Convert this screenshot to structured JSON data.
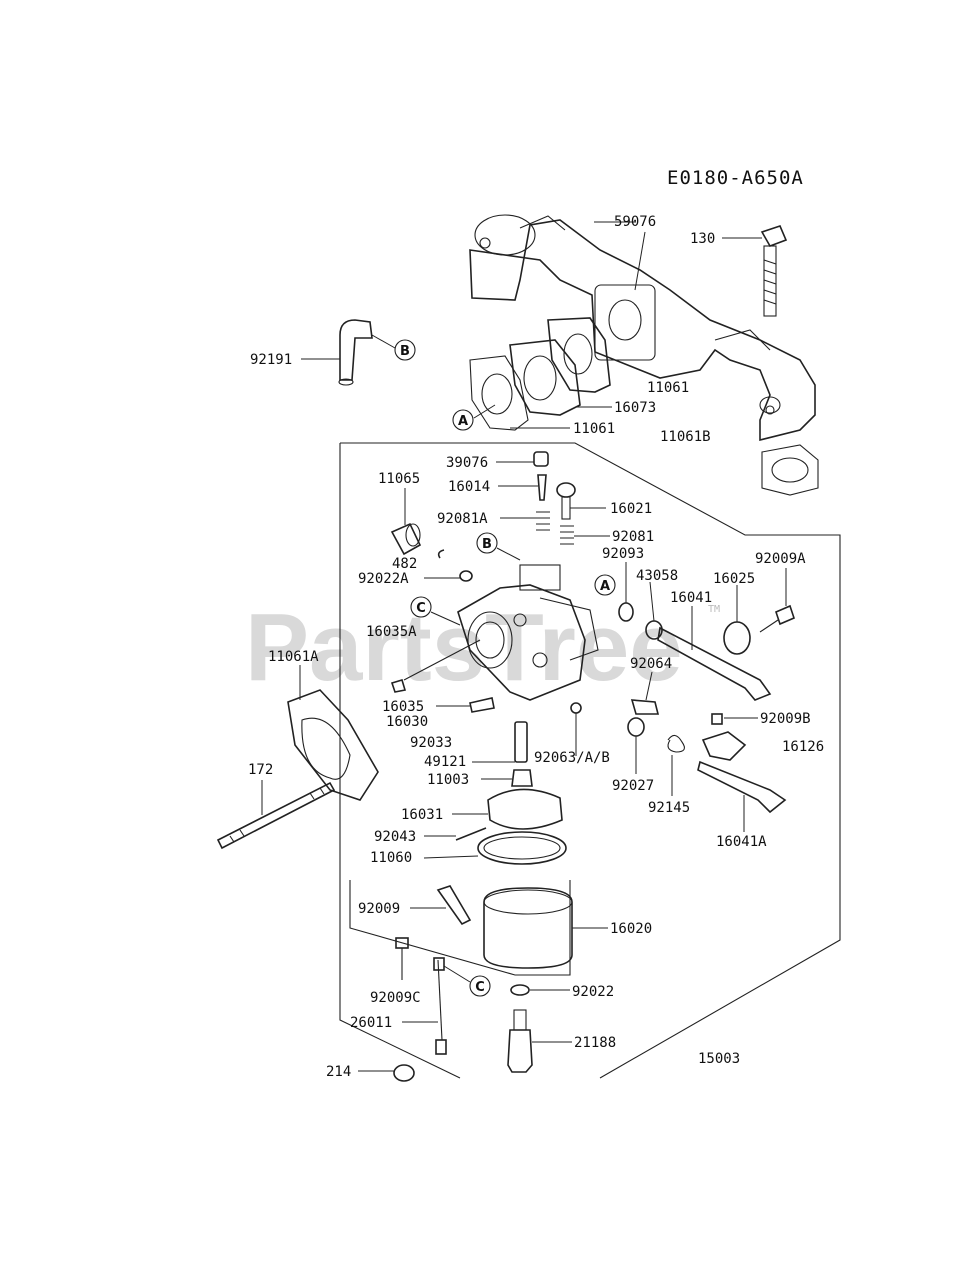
{
  "diagram_code": "E0180-A650A",
  "watermark": "PartsTree",
  "trademark": "TM",
  "callouts": {
    "a": "A",
    "b": "B",
    "c": "C"
  },
  "labels": {
    "p59076": "59076",
    "p130": "130",
    "p92191": "92191",
    "p11061_top": "11061",
    "p16073": "16073",
    "p11061_mid": "11061",
    "p11061B": "11061B",
    "p39076": "39076",
    "p16014": "16014",
    "p16021": "16021",
    "p11065": "11065",
    "p92081A": "92081A",
    "p92081": "92081",
    "p92093": "92093",
    "p482": "482",
    "p92009A": "92009A",
    "p92022A": "92022A",
    "p43058": "43058",
    "p16025": "16025",
    "p16041": "16041",
    "p16035A": "16035A",
    "p11061A": "11061A",
    "p92064": "92064",
    "p16035": "16035",
    "p92009B": "92009B",
    "p16030": "16030",
    "p92033": "92033",
    "p16126": "16126",
    "p49121": "49121",
    "p92063AB": "92063/A/B",
    "p172": "172",
    "p11003": "11003",
    "p92027": "92027",
    "p92145": "92145",
    "p16031": "16031",
    "p16041A": "16041A",
    "p92043": "92043",
    "p11060": "11060",
    "p92009": "92009",
    "p16020": "16020",
    "p92009C": "92009C",
    "p92022": "92022",
    "p26011": "26011",
    "p21188": "21188",
    "p15003": "15003",
    "p214": "214"
  }
}
